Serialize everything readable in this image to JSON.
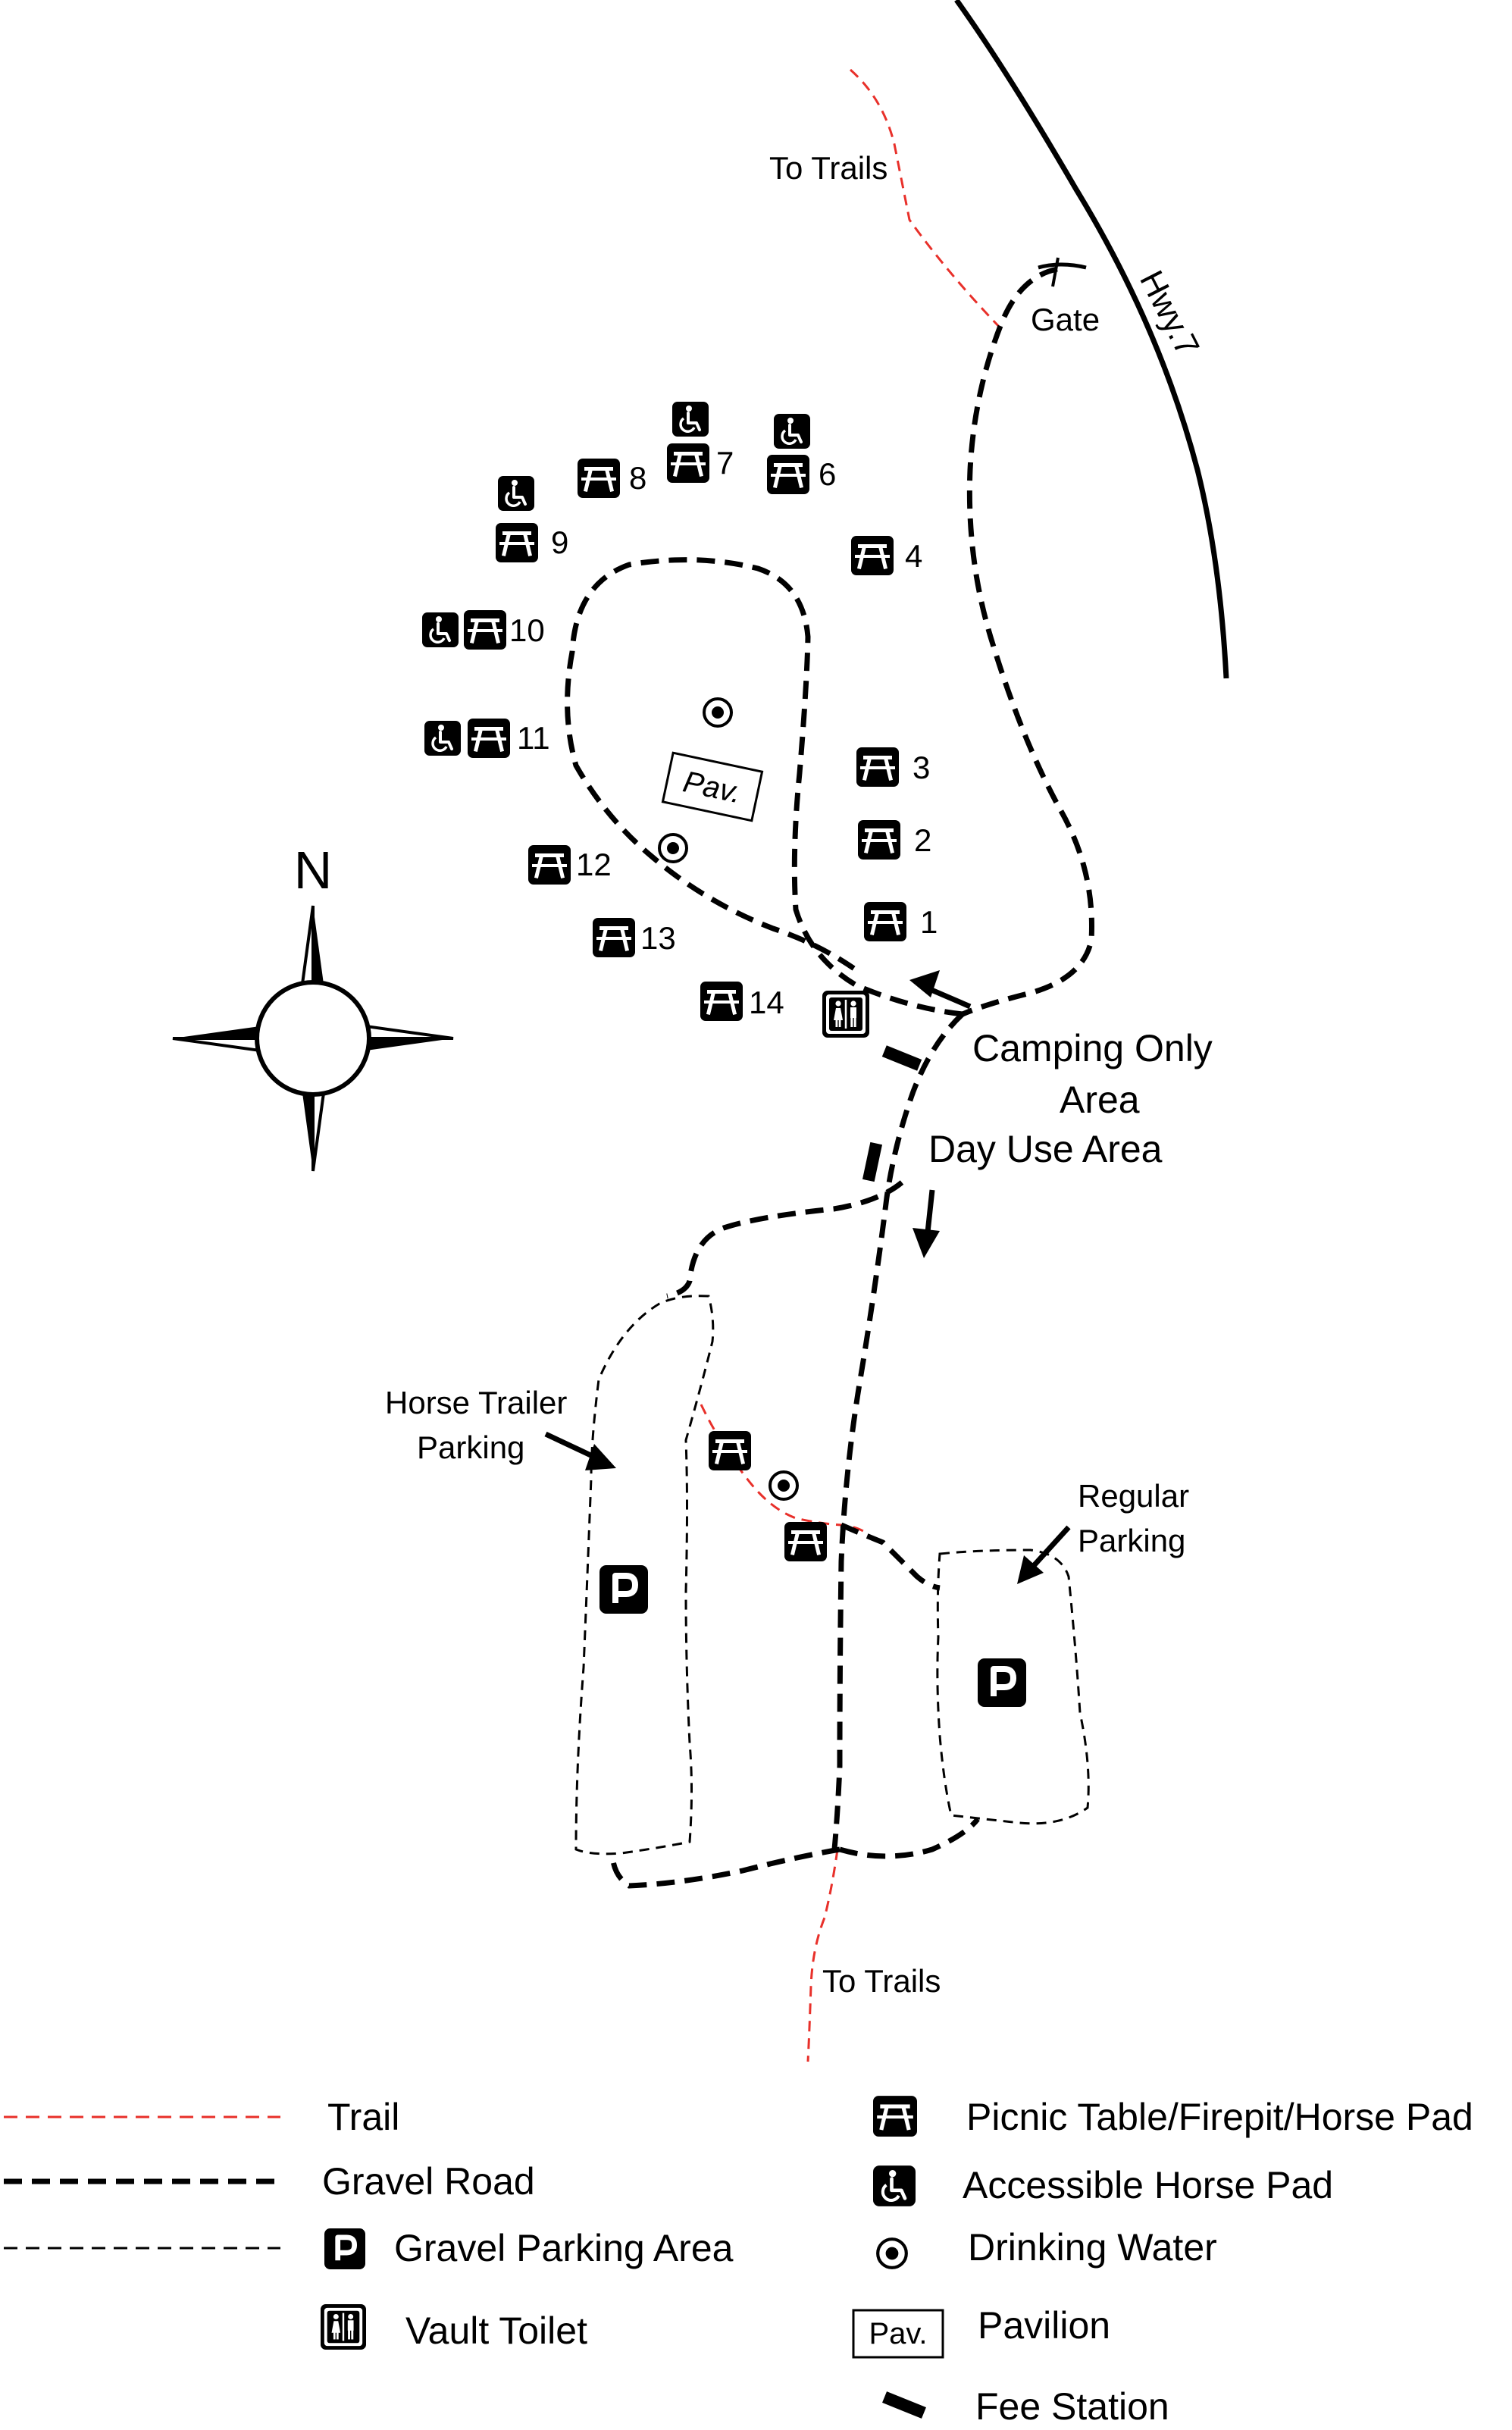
{
  "map": {
    "labels": {
      "to_trails_north": "To Trails",
      "to_trails_south": "To Trails",
      "gate": "Gate",
      "highway": "Hwy.7",
      "north": "N",
      "pavilion": "Pav.",
      "camping_only_1": "Camping Only",
      "camping_only_2": "Area",
      "day_use": "Day Use Area",
      "horse_trailer_1": "Horse Trailer",
      "horse_trailer_2": "Parking",
      "regular_parking_1": "Regular",
      "regular_parking_2": "Parking",
      "parking_symbol": "P"
    },
    "sites": [
      {
        "number": "1",
        "accessible": false
      },
      {
        "number": "2",
        "accessible": false
      },
      {
        "number": "3",
        "accessible": false
      },
      {
        "number": "4",
        "accessible": false
      },
      {
        "number": "6",
        "accessible": true
      },
      {
        "number": "7",
        "accessible": true
      },
      {
        "number": "8",
        "accessible": false
      },
      {
        "number": "9",
        "accessible": true
      },
      {
        "number": "10",
        "accessible": true
      },
      {
        "number": "11",
        "accessible": true
      },
      {
        "number": "12",
        "accessible": false
      },
      {
        "number": "13",
        "accessible": false
      },
      {
        "number": "14",
        "accessible": false
      }
    ],
    "colors": {
      "trail": "#e8302a",
      "road": "#000000",
      "ink": "#000000"
    }
  },
  "legend": {
    "trail": "Trail",
    "gravel_road": "Gravel Road",
    "gravel_parking": "Gravel Parking Area",
    "vault_toilet": "Vault Toilet",
    "picnic": "Picnic Table/Firepit/Horse Pad",
    "accessible": "Accessible Horse Pad",
    "water": "Drinking Water",
    "pavilion_sample": "Pav.",
    "pavilion": "Pavilion",
    "fee_station": "Fee Station"
  }
}
